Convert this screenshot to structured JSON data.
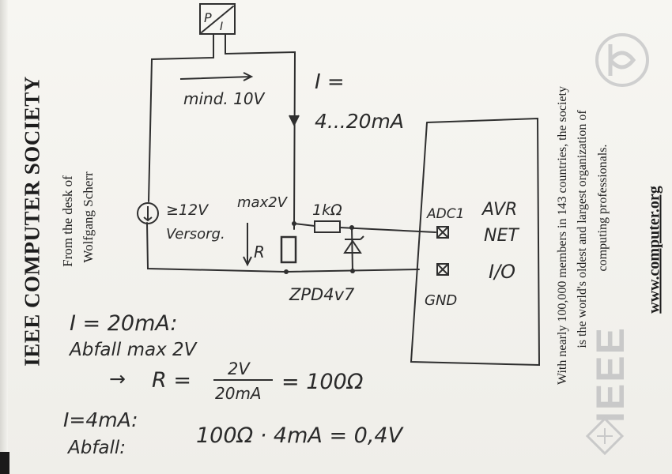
{
  "letterhead": {
    "society": "IEEE COMPUTER SOCIETY",
    "from_desk": "From the desk of",
    "author": "Wolfgang Scherr",
    "tagline_1": "With nearly 100,000 members in 143 countries, the society",
    "tagline_2": "is the world's oldest and largest organization of",
    "tagline_3": "computing professionals.",
    "url": "www.computer.org",
    "ieee_logo": "IEEE"
  },
  "sketch": {
    "sensor_label_p": "P",
    "sensor_label_i": "I",
    "min_voltage": "mind. 10V",
    "current_label": "I =",
    "current_range": "4...20mA",
    "supply_voltage": "≥12V",
    "supply_label": "Versorg.",
    "max_drop": "max2V",
    "resistor_r": "R",
    "resistor_1k": "1kΩ",
    "zener": "ZPD4v7",
    "adc_pin": "ADC1",
    "gnd_pin": "GND",
    "module_line1": "AVR",
    "module_line2": "NET",
    "module_line3": "I/O"
  },
  "notes": {
    "line1": "I = 20mA:",
    "line2": "Abfall max 2V",
    "line3_arrow": "→",
    "line3_r": "R =",
    "frac_num": "2V",
    "frac_den": "20mA",
    "line3_result": "= 100Ω",
    "line4": "I=4mA:",
    "line5_label": "Abfall:",
    "line5_calc": "100Ω · 4mA = 0,4V"
  },
  "colors": {
    "ink": "#2a2a2a",
    "print": "#1d1d1d",
    "logo_gray": "#c9c9c9"
  }
}
